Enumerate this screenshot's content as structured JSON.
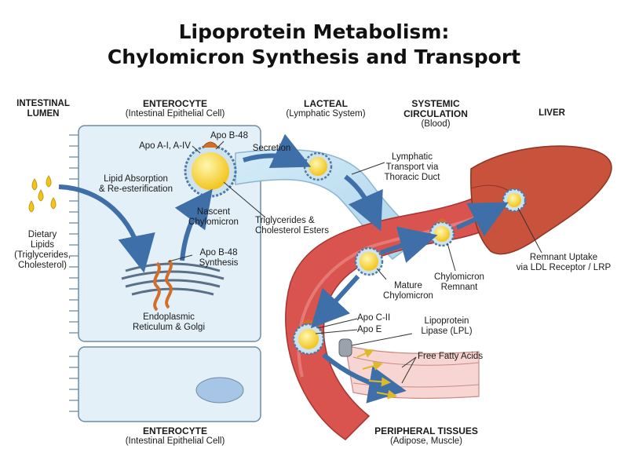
{
  "title": {
    "line1": "Lipoprotein Metabolism:",
    "line2": "Chylomicron Synthesis and Transport"
  },
  "headers": {
    "lumen": "INTESTINAL\nLUMEN",
    "enterocyte_top": {
      "name": "ENTEROCYTE",
      "sub": "(Intestinal Epithelial Cell)"
    },
    "lacteal": {
      "name": "LACTEAL",
      "sub": "(Lymphatic System)"
    },
    "systemic": {
      "name": "SYSTEMIC\nCIRCULATION",
      "sub": "(Blood)"
    },
    "liver": "LIVER",
    "enterocyte_bottom": {
      "name": "ENTEROCYTE",
      "sub": "(Intestinal Epithelial Cell)"
    },
    "peripheral": {
      "name": "PERIPHERAL TISSUES",
      "sub": "(Adipose, Muscle)"
    }
  },
  "labels": {
    "dietary_lipids": "Dietary\nLipids\n(Triglycerides,\nCholesterol)",
    "lipid_absorption": "Lipid Absorption\n& Re-esterification",
    "apo_ai": "Apo A-I, A-IV",
    "apo_b48": "Apo B-48",
    "secretion": "Secretion",
    "nascent": "Nascent\nChylomicron",
    "tg_ce": "Triglycerides &\nCholesterol Esters",
    "apob48_synth": "Apo B-48\nSynthesis",
    "er_golgi": "Endoplasmic\nReticulum & Golgi",
    "lymphatic_transport": "Lymphatic\nTransport via\nThoracic Duct",
    "mature": "Mature\nChylomicron",
    "remnant": "Chylomicron\nRemnant",
    "remnant_uptake": "Remnant Uptake\nvia LDL Receptor / LRP",
    "apo_cii": "Apo C-II",
    "apo_e": "Apo E",
    "lpl": "Lipoprotein\nLipase (LPL)",
    "ffa": "Free Fatty Acids"
  }
}
